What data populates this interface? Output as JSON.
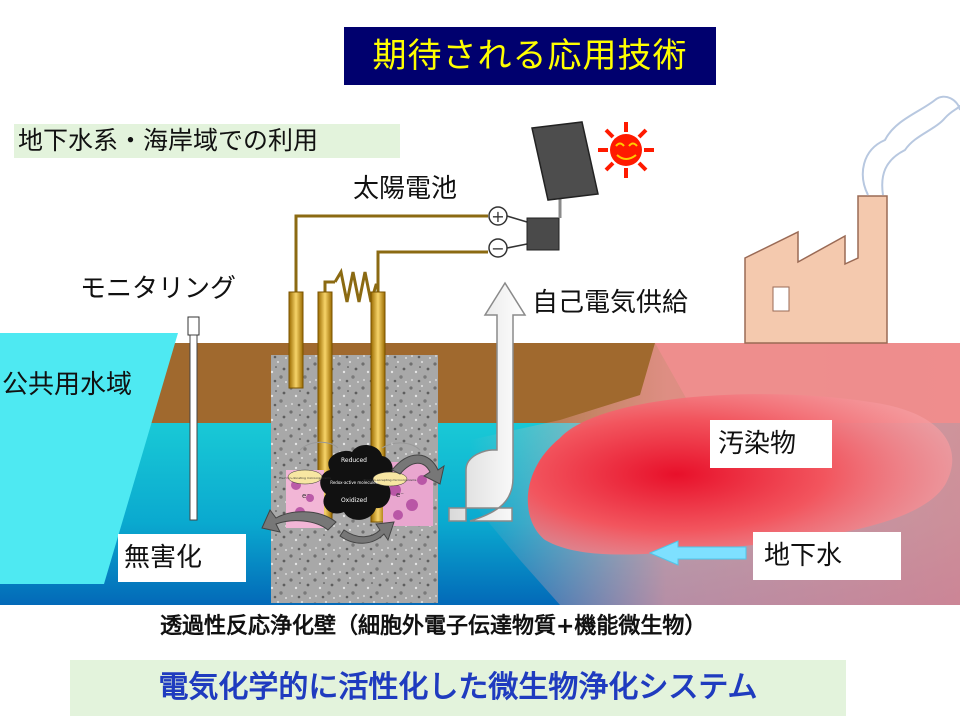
{
  "title": "期待される応用技術",
  "subtitle": "地下水系・海岸域での利用",
  "labels": {
    "solar_cell": "太陽電池",
    "monitoring": "モニタリング",
    "self_power": "自己電気供給",
    "public_water": "公共用水域",
    "pollutant": "汚染物",
    "groundwater": "地下水",
    "harmless": "無害化",
    "wall_caption": "透過性反応浄化壁（細胞外電子伝達物質+機能微生物）",
    "bottom": "電気化学的に活性化した微生物浄化システム"
  },
  "terminals": {
    "plus": "+",
    "minus": "−"
  },
  "inset": {
    "reduced": "Reduced",
    "oxidized": "Oxidized",
    "center": "Redox-active molecules",
    "left": "Electron-donating microorganisms",
    "right": "Electron-accepting microorganisms",
    "e_left": "e⁻",
    "e_right": "e⁻"
  },
  "colors": {
    "title_bg": "#00006e",
    "title_text": "#ffff00",
    "soil": "#a0692e",
    "water": "#00bcd4",
    "public_water": "#4ee9f2",
    "pollutant": "#e8323c",
    "factory": "#f4c9ae",
    "bottom_text": "#1f3bbf",
    "label_bg": "#e3f3dc"
  },
  "icons": [
    "sun-icon",
    "solar-panel-icon",
    "factory-icon",
    "smoke-icon",
    "resistor-icon",
    "arrow-up-icon",
    "arrow-left-icon",
    "monitoring-probe-icon"
  ]
}
